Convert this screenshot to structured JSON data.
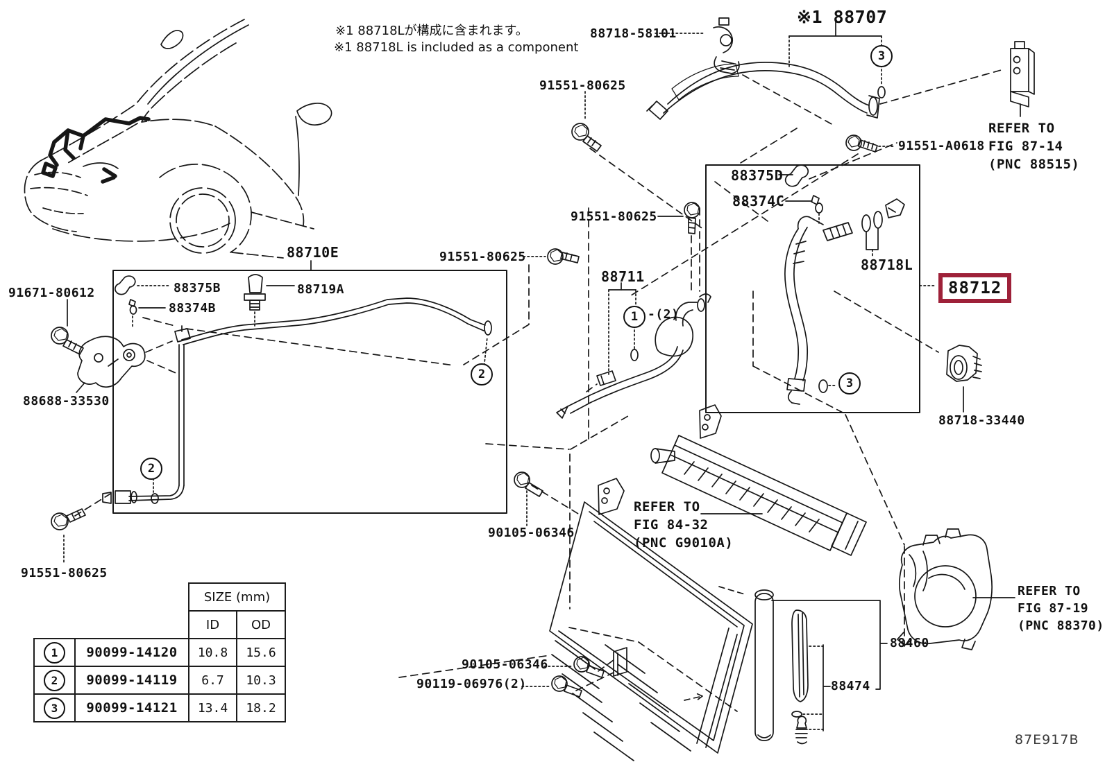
{
  "notes": {
    "jp": "※1 88718Lが構成に含まれます。",
    "en": "※1 88718L is included as a component"
  },
  "labels": {
    "n88707": "※1 88707",
    "n88718_58101": "88718-58101",
    "n91551_80625": "91551-80625",
    "n91551_a0618": "91551-A0618",
    "n88375d": "88375D",
    "n88374c": "88374C",
    "n88718l": "88718L",
    "n88712": "88712",
    "n88710e": "88710E",
    "n88375b": "88375B",
    "n88374b": "88374B",
    "n88719a": "88719A",
    "n91671_80612": "91671-80612",
    "n88688_33530": "88688-33530",
    "n88711": "88711",
    "n88711_qty": "-(2)",
    "n88718_33440": "88718-33440",
    "n90105_06346": "90105-06346",
    "n90119_06976": "90119-06976(2)",
    "n88474": "88474",
    "n88460": "88460"
  },
  "callouts": {
    "c1": "1",
    "c2": "2",
    "c3": "3"
  },
  "refer": {
    "fig87_14": {
      "l1": "REFER TO",
      "l2": "FIG 87-14",
      "l3": "(PNC 88515)"
    },
    "fig84_32": {
      "l1": "REFER TO",
      "l2": "FIG 84-32",
      "l3": "(PNC G9010A)"
    },
    "fig87_19": {
      "l1": "REFER TO",
      "l2": "FIG 87-19",
      "l3": "(PNC 88370)"
    }
  },
  "table": {
    "size_header": "SIZE (mm)",
    "id_header": "ID",
    "od_header": "OD",
    "rows": [
      {
        "ref": "1",
        "part": "90099-14120",
        "id": "10.8",
        "od": "15.6"
      },
      {
        "ref": "2",
        "part": "90099-14119",
        "id": "6.7",
        "od": "10.3"
      },
      {
        "ref": "3",
        "part": "90099-14121",
        "id": "13.4",
        "od": "18.2"
      }
    ]
  },
  "diagram_code": "87E917B",
  "colors": {
    "highlight": "#9e2139",
    "line": "#111111"
  }
}
